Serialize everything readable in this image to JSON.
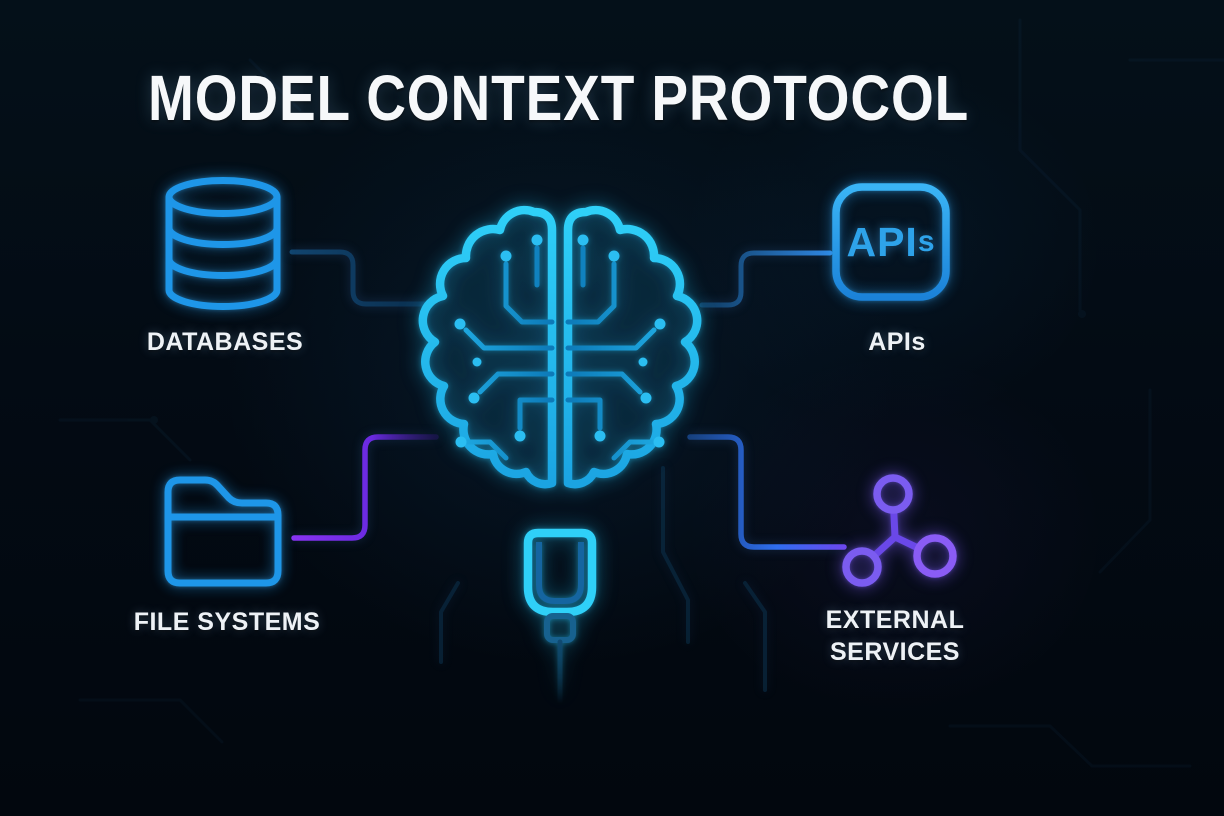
{
  "title": "MODEL CONTEXT PROTOCOL",
  "colors": {
    "background": "#030b14",
    "brain_cyan": "#29c6f4",
    "icon_blue": "#1e96e8",
    "accent_purple": "#7b5cf0",
    "connector_dark_blue": "#11446e",
    "connector_blue": "#2f86e0",
    "connector_purple": "#8833f2",
    "label_text": "#eef2f6"
  },
  "center_node": {
    "icon": "circuit-brain-icon"
  },
  "nodes": [
    {
      "id": "databases",
      "label": "DATABASES",
      "icon": "database-icon",
      "position": "top-left"
    },
    {
      "id": "apis",
      "label": "APIs",
      "icon": "api-box-icon",
      "icon_text_main": "API",
      "icon_text_small": "s",
      "position": "top-right"
    },
    {
      "id": "file-systems",
      "label": "FILE SYSTEMS",
      "icon": "folder-icon",
      "position": "bottom-left"
    },
    {
      "id": "external-services",
      "label_line1": "EXTERNAL",
      "label_line2": "SERVICES",
      "icon": "network-nodes-icon",
      "position": "bottom-right"
    }
  ]
}
